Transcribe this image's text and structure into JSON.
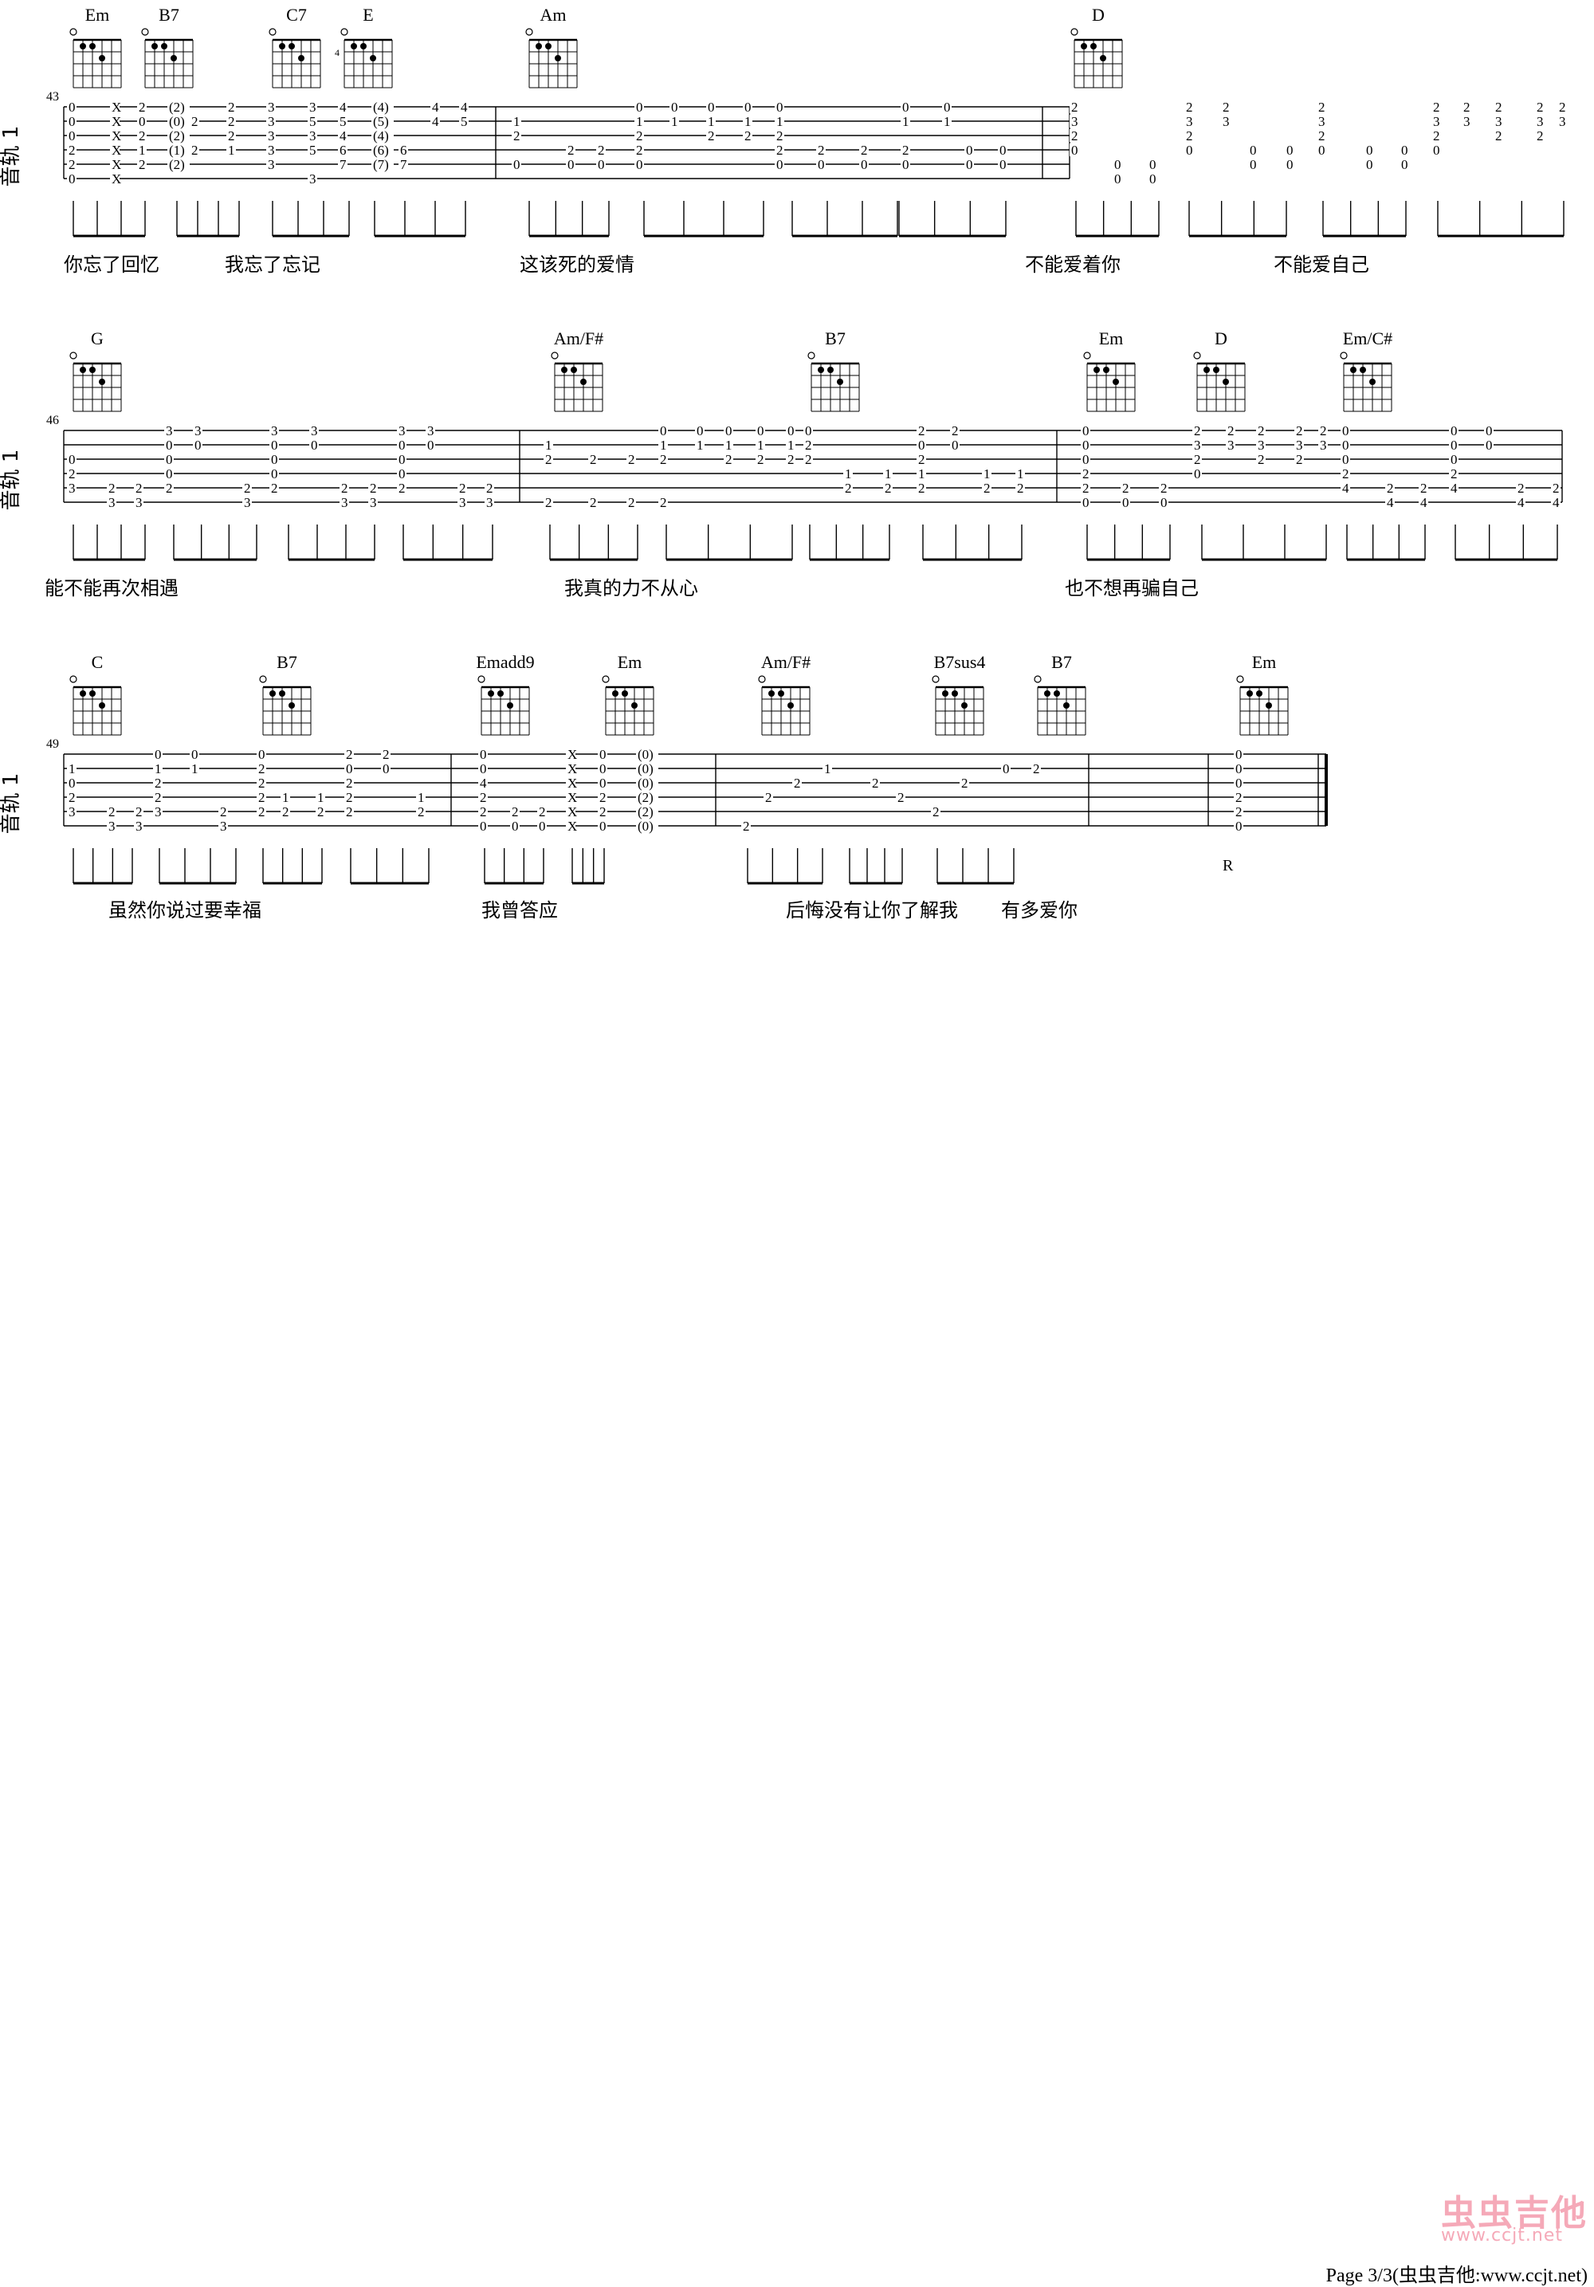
{
  "track_label": "音轨 1",
  "systems": [
    {
      "measure_number": "43",
      "chords": [
        "Em",
        "B7",
        "C7",
        "E",
        "Am",
        "D"
      ],
      "fret_marker": "4",
      "lyrics": [
        "你忘了回忆",
        "我忘了忘记",
        "这该死的爱情",
        "不能爱着你",
        "不能爱自己"
      ]
    },
    {
      "measure_number": "46",
      "chords": [
        "G",
        "Am/F#",
        "B7",
        "Em",
        "D",
        "Em/C#"
      ],
      "lyrics": [
        "能不能再次相遇",
        "我真的力不从心",
        "也不想再骗自己"
      ]
    },
    {
      "measure_number": "49",
      "chords": [
        "C",
        "B7",
        "Emadd9",
        "Em",
        "Am/F#",
        "B7sus4",
        "B7",
        "Em"
      ],
      "end_marker": "R",
      "lyrics": [
        "虽然你说过要幸福",
        "我曾答应",
        "后悔没有让你了解我",
        "有多爱你"
      ]
    }
  ],
  "watermark": {
    "logo_text": "虫虫吉他",
    "url": "www.ccjt.net"
  },
  "footer": "Page 3/3(虫虫吉他:www.ccjt.net)"
}
